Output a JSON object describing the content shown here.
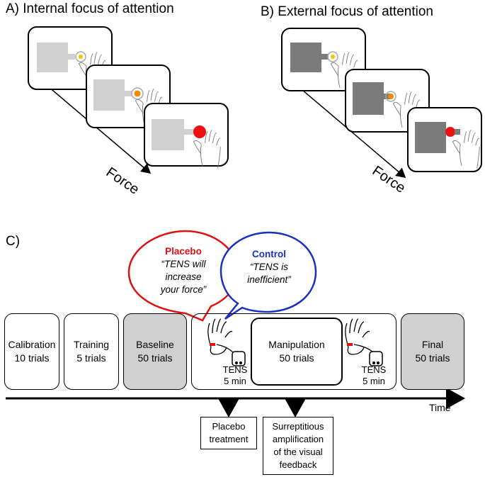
{
  "panel_a": {
    "title": "A)  Internal focus of attention",
    "axis_label": "Force"
  },
  "panel_b": {
    "title": "B)  External focus of attention",
    "axis_label": "Force"
  },
  "panel_c": {
    "title": "C)",
    "placebo_bubble": {
      "heading": "Placebo",
      "line1": "“TENS will",
      "line2": "increase",
      "line3": "your force”",
      "color": "#e01010"
    },
    "control_bubble": {
      "heading": "Control",
      "line1": "“TENS is",
      "line2": "inefficient”",
      "color": "#1a2fc4"
    },
    "phases": [
      {
        "line1": "Calibration",
        "line2": "10 trials"
      },
      {
        "line1": "Training",
        "line2": "5 trials"
      },
      {
        "line1": "Baseline",
        "line2": "50 trials"
      },
      {
        "line1": "Final",
        "line2": "50 trials"
      }
    ],
    "manipulation": {
      "line1": "Manipulation",
      "line2": "50 trials"
    },
    "tens_left": {
      "label": "TENS",
      "duration": "5 min"
    },
    "tens_right": {
      "label": "TENS",
      "duration": "5 min"
    },
    "time_label": "Time",
    "notes": {
      "placebo": {
        "line1": "Placebo",
        "line2": "treatment"
      },
      "surreptitious": {
        "line1": "Surreptitious",
        "line2": "amplification",
        "line3": "of the visual",
        "line4": "feedback"
      }
    }
  }
}
